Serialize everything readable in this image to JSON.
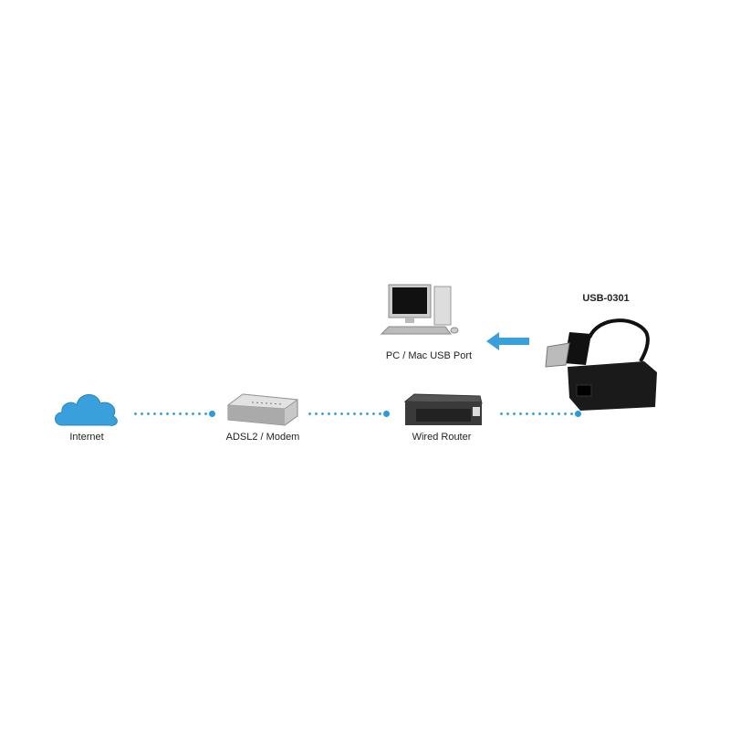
{
  "nodes": {
    "internet": "Internet",
    "modem": "ADSL2 / Modem",
    "router": "Wired Router",
    "pc": "PC / Mac USB Port",
    "adapter": "USB-0301"
  },
  "colors": {
    "link": "#2a9bd8",
    "cloud": "#3aa0dc",
    "arrow": "#3aa0dc"
  }
}
